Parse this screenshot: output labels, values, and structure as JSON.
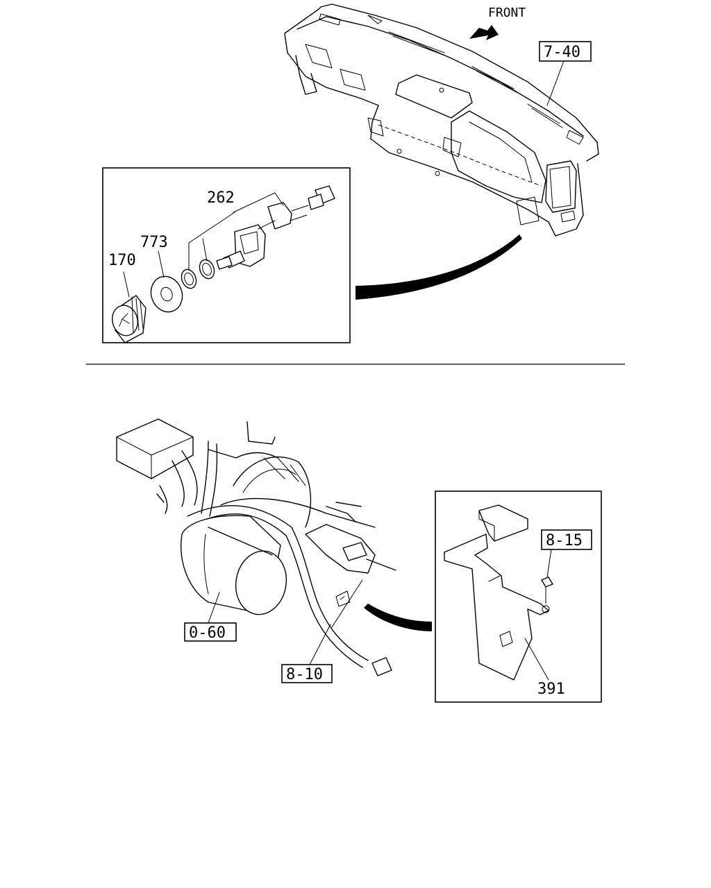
{
  "header": {
    "front_label": "FRONT"
  },
  "upper": {
    "ref_dashboard": "7-40",
    "detail": {
      "part_262": "262",
      "part_773": "773",
      "part_170": "170"
    }
  },
  "lower": {
    "ref_tank": "0-60",
    "ref_harness": "8-10",
    "detail": {
      "ref_nut": "8-15",
      "part_391": "391"
    }
  }
}
